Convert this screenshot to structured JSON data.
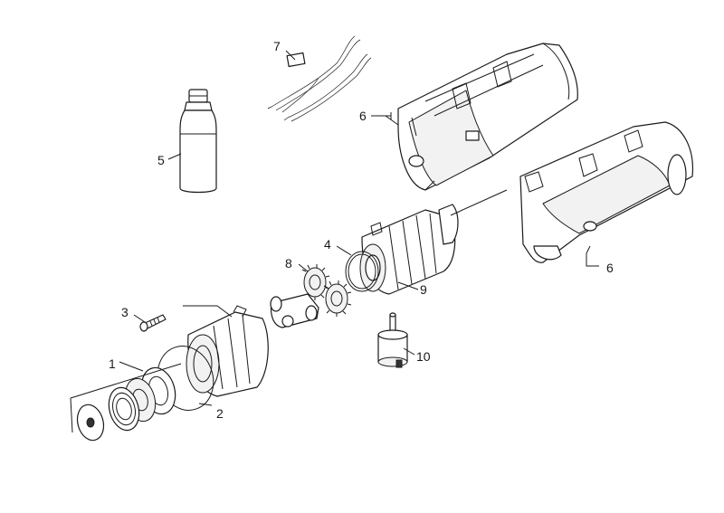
{
  "diagram": {
    "background": "#ffffff",
    "line_color": "#1a1a1a",
    "callouts": [
      {
        "id": "1",
        "text": "1"
      },
      {
        "id": "2",
        "text": "2"
      },
      {
        "id": "3",
        "text": "3"
      },
      {
        "id": "4",
        "text": "4"
      },
      {
        "id": "5",
        "text": "5"
      },
      {
        "id": "6a",
        "text": "6"
      },
      {
        "id": "6b",
        "text": "6"
      },
      {
        "id": "7",
        "text": "7"
      },
      {
        "id": "8",
        "text": "8"
      },
      {
        "id": "9",
        "text": "9"
      },
      {
        "id": "10",
        "text": "10"
      }
    ]
  }
}
